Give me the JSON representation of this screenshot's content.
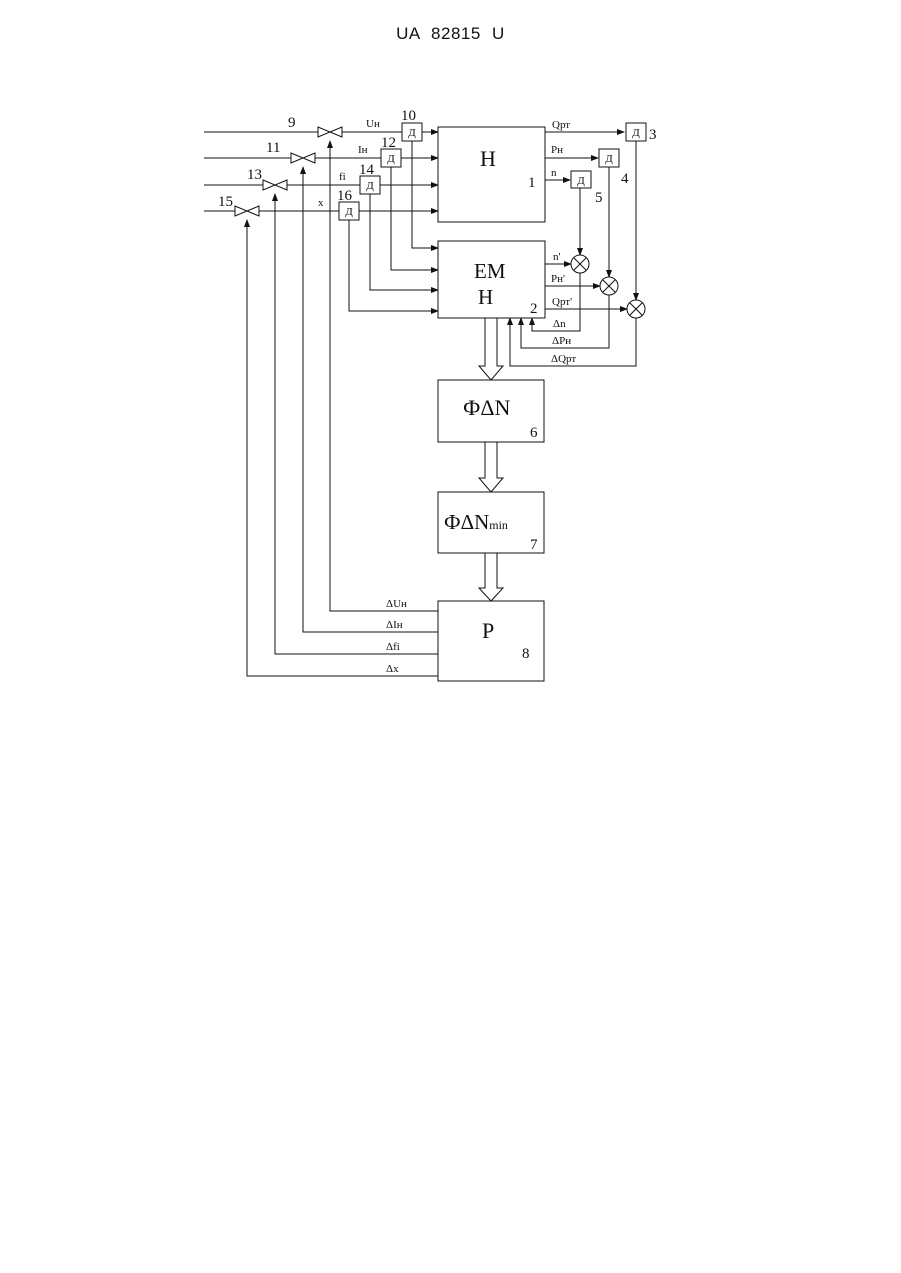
{
  "header": {
    "doc_id": "UA   82815   U"
  },
  "blocks": {
    "b1": {
      "label": "Н",
      "number": "1"
    },
    "b2": {
      "label_line1": "ЕМ",
      "label_line2": "Н",
      "number": "2"
    },
    "b6": {
      "label": "ФΔN",
      "number": "6"
    },
    "b7": {
      "label": "ФΔN",
      "label_sub": "min",
      "number": "7"
    },
    "b8": {
      "label": "Р",
      "number": "8"
    }
  },
  "sensors": {
    "label": "Д",
    "numbers": {
      "s3": "3",
      "s4": "4",
      "s5": "5",
      "s10": "10",
      "s12": "12",
      "s14": "14",
      "s16": "16"
    }
  },
  "valves": {
    "v9": "9",
    "v11": "11",
    "v13": "13",
    "v15": "15"
  },
  "signals": {
    "u_n": "Uн",
    "i_n": "Iн",
    "f_i": "fi",
    "x": "x",
    "q_rt": "Qрт",
    "p_n": "Рн",
    "n": "n",
    "n_prime": "n'",
    "p_n_prime": "Рн'",
    "q_rt_prime": "Qрт'",
    "delta_n": "Δn",
    "delta_p_n": "ΔРн",
    "delta_q_rt": "ΔQрт",
    "delta_u_n": "ΔUн",
    "delta_i_n": "ΔIн",
    "delta_f_i": "Δfi",
    "delta_x": "Δx"
  }
}
